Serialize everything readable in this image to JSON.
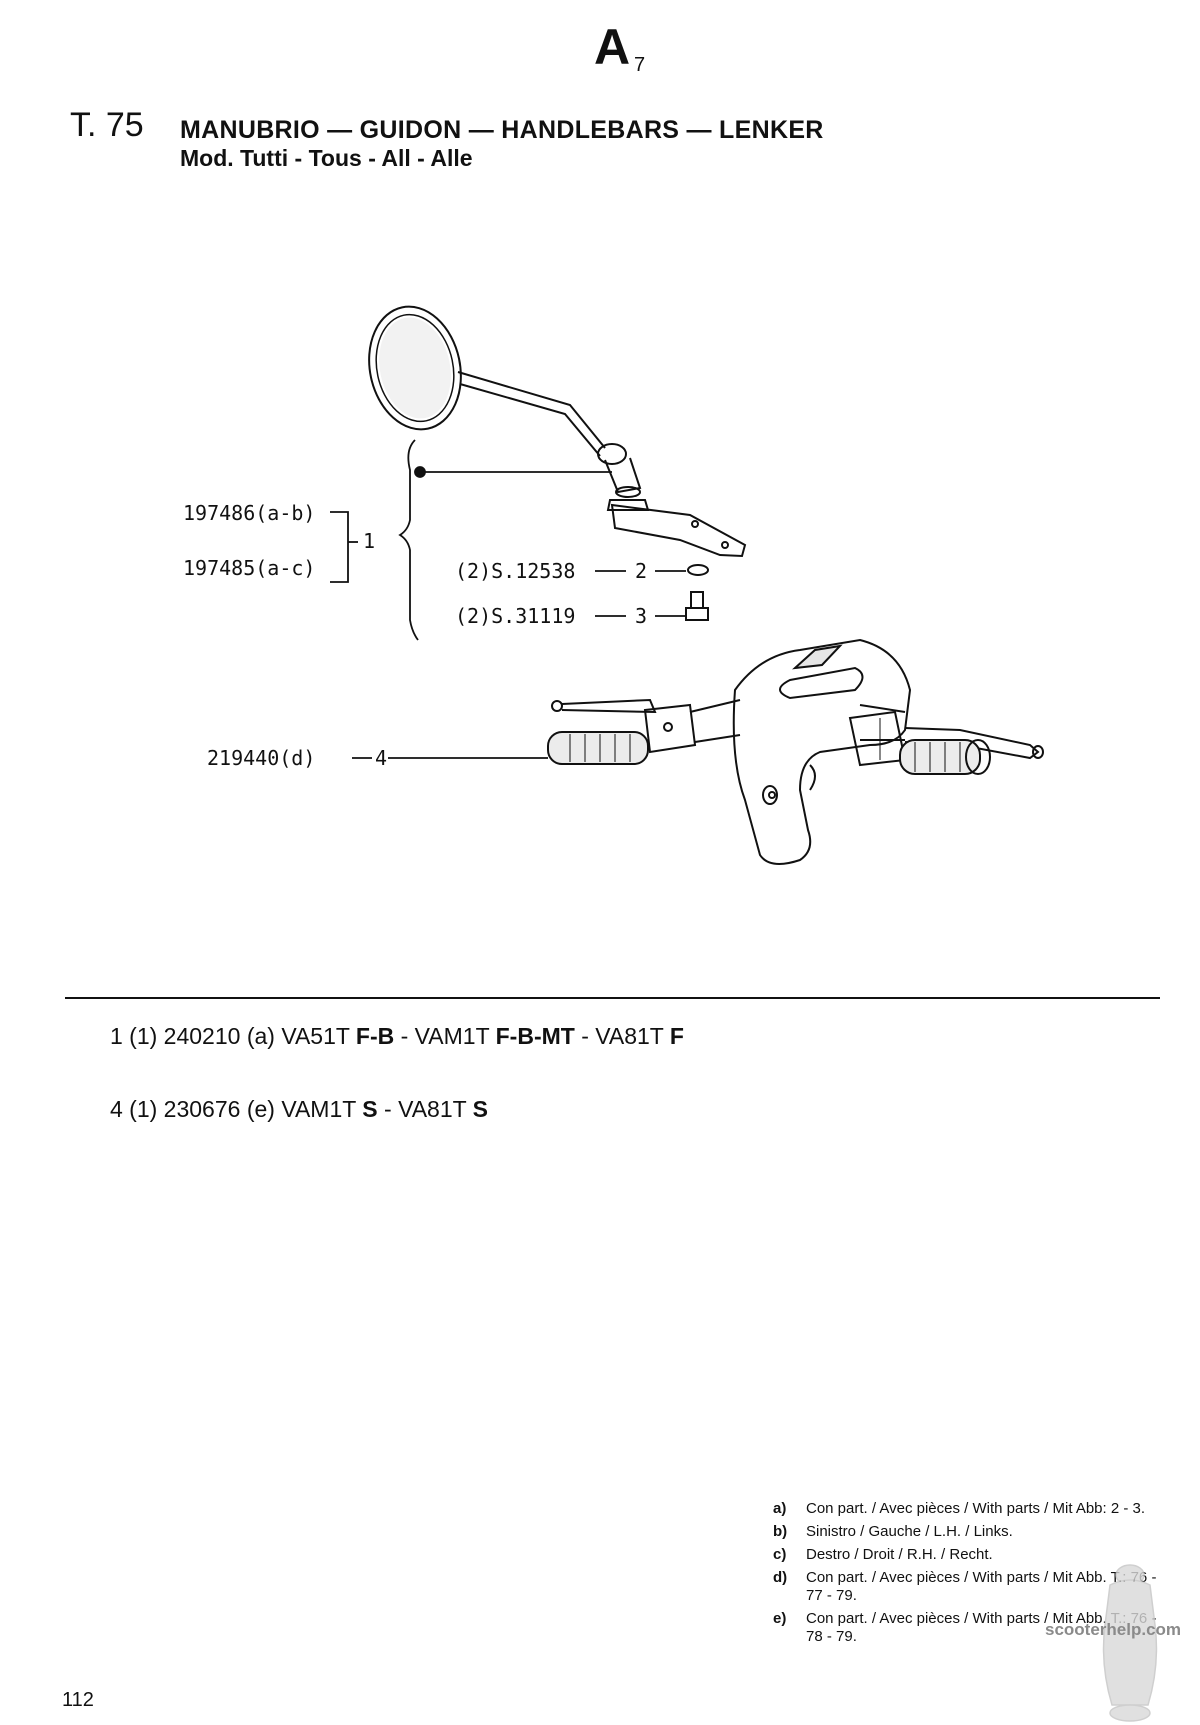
{
  "header": {
    "section_letter": "A",
    "section_number": "7",
    "table_number": "T. 75",
    "title": "MANUBRIO — GUIDON — HANDLEBARS — LENKER",
    "subtitle": "Mod. Tutti - Tous - All - Alle"
  },
  "diagram": {
    "labels": {
      "part_197486": "197486(a-b)",
      "part_197485": "197485(a-c)",
      "ref_1": "1",
      "part_s12538": "(2)S.12538",
      "ref_2": "2",
      "part_s31119": "(2)S.31119",
      "ref_3": "3",
      "part_219440": "219440(d)",
      "ref_4": "4"
    }
  },
  "parts_rows": [
    {
      "lead": "1 (1) 240210 (a) VA51T ",
      "b1": "F-B",
      "mid1": " - VAM1T ",
      "b2": "F-B-MT",
      "mid2": " - VA81T ",
      "b3": "F"
    },
    {
      "lead": "4 (1) 230676 (e) VAM1T ",
      "b1": "S",
      "mid1": " - VA81T ",
      "b2": "S"
    }
  ],
  "notes": [
    {
      "key": "a)",
      "text": "Con part. / Avec pièces / With parts / Mit Abb: 2 - 3."
    },
    {
      "key": "b)",
      "text": "Sinistro / Gauche / L.H. / Links."
    },
    {
      "key": "c)",
      "text": "Destro / Droit / R.H. / Recht."
    },
    {
      "key": "d)",
      "text": "Con part. / Avec pièces / With parts / Mit Abb. T.: 76 - 77 - 79."
    },
    {
      "key": "e)",
      "text": "Con part. / Avec pièces / With parts / Mit Abb. T.: 76 - 78 - 79."
    }
  ],
  "footer": {
    "page_number": "112",
    "watermark": "scooterhelp.com"
  }
}
